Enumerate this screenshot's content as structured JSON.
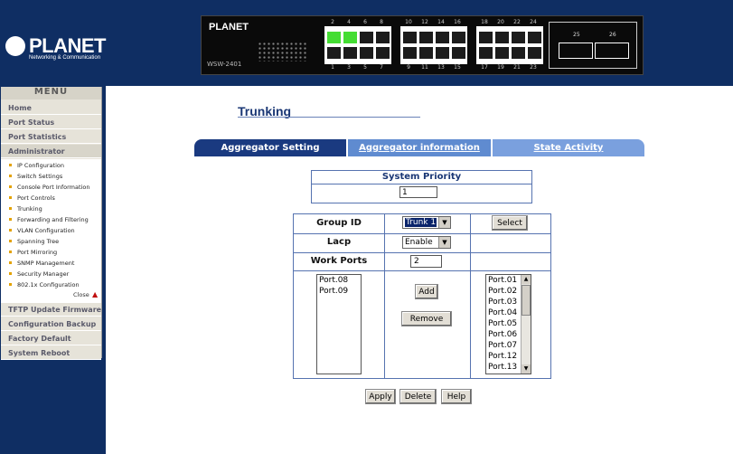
{
  "brand": {
    "logo_text": "PLANET",
    "logo_sub": "Networking & Communication"
  },
  "device": {
    "brand": "PLANET",
    "model": "WSW-2401",
    "top_port_numbers": [
      "2",
      "4",
      "6",
      "8",
      "10",
      "12",
      "14",
      "16",
      "18",
      "20",
      "22",
      "24"
    ],
    "bottom_port_numbers": [
      "1",
      "3",
      "5",
      "7",
      "9",
      "11",
      "13",
      "15",
      "17",
      "19",
      "21",
      "23"
    ],
    "sfp_labels": [
      "25",
      "26"
    ]
  },
  "menu": {
    "header": "MENU",
    "items_top": [
      "Home",
      "Port Status",
      "Port Statistics",
      "Administrator"
    ],
    "sub_items": [
      "IP Configuration",
      "Switch Settings",
      "Console Port Information",
      "Port Controls",
      "Trunking",
      "Forwarding and Filtering",
      "VLAN Configuration",
      "Spanning Tree",
      "Port Mirroring",
      "SNMP Management",
      "Security Manager",
      "802.1x Configuration"
    ],
    "close_label": "Close",
    "items_bottom": [
      "TFTP Update Firmware",
      "Configuration Backup",
      "Factory Default",
      "System Reboot"
    ]
  },
  "page": {
    "title": "Trunking"
  },
  "tabs": {
    "aggregator_setting": "Aggregator Setting",
    "aggregator_information": "Aggregator information",
    "state_activity": "State Activity"
  },
  "system_priority": {
    "label": "System Priority",
    "value": "1"
  },
  "trunk": {
    "group_id_label": "Group ID",
    "group_id_value": "Trunk 1",
    "select_button": "Select",
    "lacp_label": "Lacp",
    "lacp_value": "Enable",
    "work_ports_label": "Work Ports",
    "work_ports_value": "2",
    "member_ports": [
      "Port.08",
      "Port.09"
    ],
    "add_button": "Add",
    "remove_button": "Remove",
    "available_ports": [
      "Port.01",
      "Port.02",
      "Port.03",
      "Port.04",
      "Port.05",
      "Port.06",
      "Port.07",
      "Port.12",
      "Port.13"
    ]
  },
  "actions": {
    "apply": "Apply",
    "delete": "Delete",
    "help": "Help"
  },
  "colors": {
    "header_bg": "#0f2e63",
    "tab_active": "#1a3a80",
    "tab_inactive": "#5f8bd0",
    "port_link_up": "#44dd33"
  }
}
